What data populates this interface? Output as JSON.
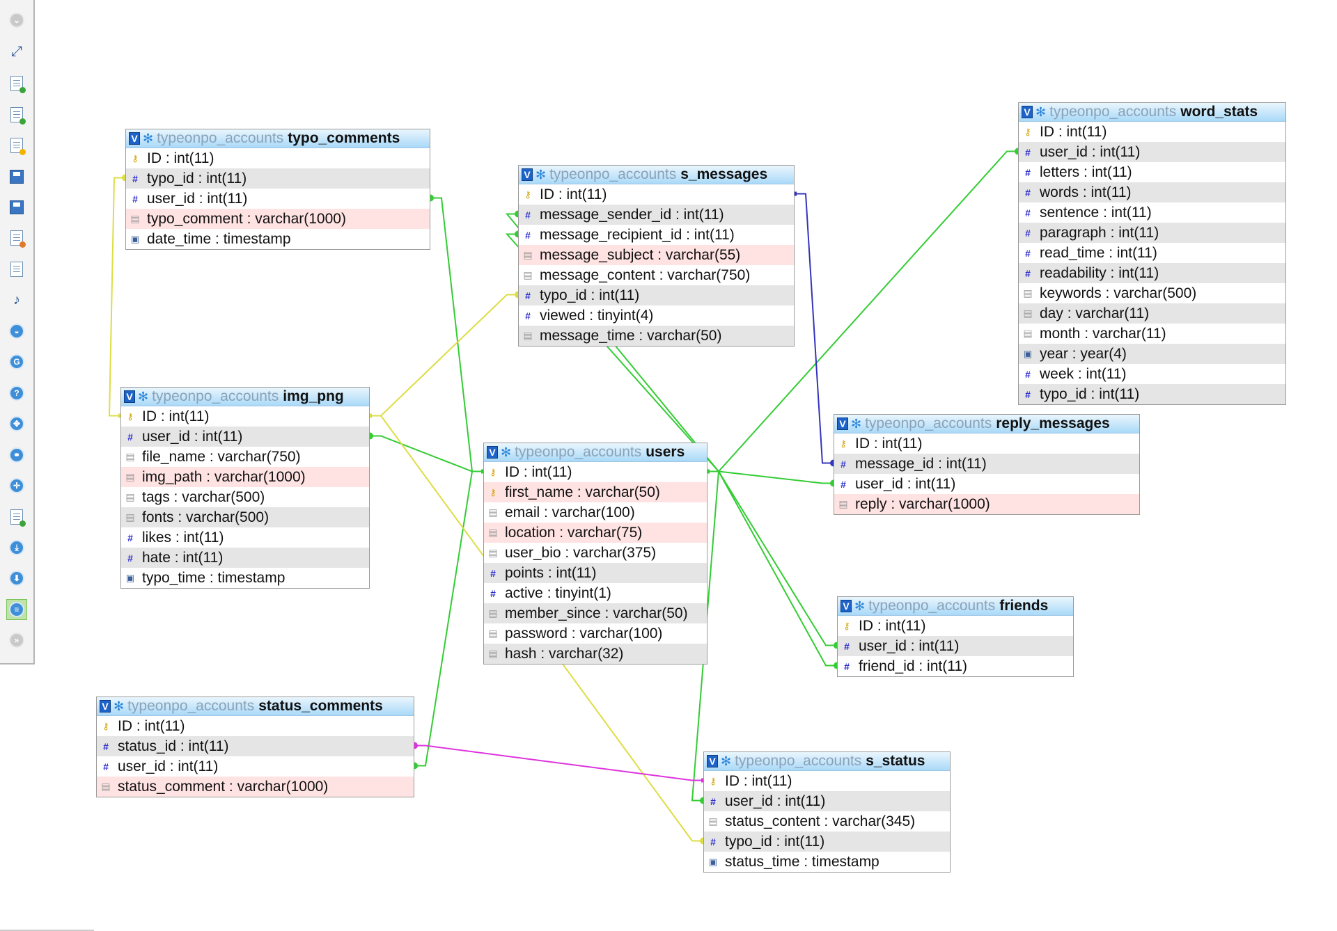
{
  "database": "typeonpo_accounts",
  "toolbar": {
    "buttons": [
      {
        "name": "toggle-menu-button",
        "icon": "chevron-down-circle-icon"
      },
      {
        "name": "fullscreen-button",
        "icon": "expand-icon"
      },
      {
        "name": "add-tables-button",
        "icon": "add-table-icon"
      },
      {
        "name": "new-page-button",
        "icon": "new-page-icon"
      },
      {
        "name": "edit-page-button",
        "icon": "edit-page-icon"
      },
      {
        "name": "save-button",
        "icon": "save-icon"
      },
      {
        "name": "save-as-button",
        "icon": "save-as-icon"
      },
      {
        "name": "delete-page-button",
        "icon": "delete-page-icon"
      },
      {
        "name": "toggle-table-list-button",
        "icon": "table-list-icon"
      },
      {
        "name": "toggle-relation-lines-button",
        "icon": "relation-lines-icon"
      },
      {
        "name": "toggle-small-big-button",
        "icon": "toggle-size-icon"
      },
      {
        "name": "angular-links-button",
        "icon": "angular-links-icon"
      },
      {
        "name": "help-button",
        "icon": "help-icon"
      },
      {
        "name": "snap-to-grid-button",
        "icon": "snap-to-grid-icon"
      },
      {
        "name": "create-relationship-button",
        "icon": "create-relationship-icon"
      },
      {
        "name": "choose-column-button",
        "icon": "choose-column-icon"
      },
      {
        "name": "import-export-button",
        "icon": "import-export-icon"
      },
      {
        "name": "move-menu-button",
        "icon": "move-menu-icon"
      },
      {
        "name": "pin-text-button",
        "icon": "pin-text-icon"
      },
      {
        "name": "build-query-button",
        "icon": "build-query-icon"
      },
      {
        "name": "collapse-menu-button",
        "icon": "collapse-icon"
      },
      {
        "name": "anchor-button",
        "icon": "anchor-icon"
      }
    ]
  },
  "tables": [
    {
      "id": "typo_comments",
      "name": "typo_comments",
      "columns": [
        {
          "text": "ID : int(11)",
          "type": "key"
        },
        {
          "text": "typo_id : int(11)",
          "type": "int"
        },
        {
          "text": "user_id : int(11)",
          "type": "int"
        },
        {
          "text": "typo_comment : varchar(1000)",
          "type": "text"
        },
        {
          "text": "date_time : timestamp",
          "type": "date"
        }
      ]
    },
    {
      "id": "img_png",
      "name": "img_png",
      "columns": [
        {
          "text": "ID : int(11)",
          "type": "key"
        },
        {
          "text": "user_id : int(11)",
          "type": "int"
        },
        {
          "text": "file_name : varchar(750)",
          "type": "text"
        },
        {
          "text": "img_path : varchar(1000)",
          "type": "text"
        },
        {
          "text": "tags : varchar(500)",
          "type": "text"
        },
        {
          "text": "fonts : varchar(500)",
          "type": "text"
        },
        {
          "text": "likes : int(11)",
          "type": "int"
        },
        {
          "text": "hate : int(11)",
          "type": "int"
        },
        {
          "text": "typo_time : timestamp",
          "type": "date"
        }
      ]
    },
    {
      "id": "status_comments",
      "name": "status_comments",
      "columns": [
        {
          "text": "ID : int(11)",
          "type": "key"
        },
        {
          "text": "status_id : int(11)",
          "type": "int"
        },
        {
          "text": "user_id : int(11)",
          "type": "int"
        },
        {
          "text": "status_comment : varchar(1000)",
          "type": "text"
        }
      ]
    },
    {
      "id": "s_messages",
      "name": "s_messages",
      "columns": [
        {
          "text": "ID : int(11)",
          "type": "key"
        },
        {
          "text": "message_sender_id : int(11)",
          "type": "int"
        },
        {
          "text": "message_recipient_id : int(11)",
          "type": "int"
        },
        {
          "text": "message_subject : varchar(55)",
          "type": "text"
        },
        {
          "text": "message_content : varchar(750)",
          "type": "text"
        },
        {
          "text": "typo_id : int(11)",
          "type": "int"
        },
        {
          "text": "viewed : tinyint(4)",
          "type": "int"
        },
        {
          "text": "message_time : varchar(50)",
          "type": "text"
        }
      ]
    },
    {
      "id": "users",
      "name": "users",
      "columns": [
        {
          "text": "ID : int(11)",
          "type": "key"
        },
        {
          "text": "first_name : varchar(50)",
          "type": "key"
        },
        {
          "text": "email : varchar(100)",
          "type": "text"
        },
        {
          "text": "location : varchar(75)",
          "type": "text"
        },
        {
          "text": "user_bio : varchar(375)",
          "type": "text"
        },
        {
          "text": "points : int(11)",
          "type": "int"
        },
        {
          "text": "active : tinyint(1)",
          "type": "int"
        },
        {
          "text": "member_since : varchar(50)",
          "type": "text"
        },
        {
          "text": "password : varchar(100)",
          "type": "text"
        },
        {
          "text": "hash : varchar(32)",
          "type": "text"
        }
      ]
    },
    {
      "id": "word_stats",
      "name": "word_stats",
      "columns": [
        {
          "text": "ID : int(11)",
          "type": "key"
        },
        {
          "text": "user_id : int(11)",
          "type": "int"
        },
        {
          "text": "letters : int(11)",
          "type": "int"
        },
        {
          "text": "words : int(11)",
          "type": "int"
        },
        {
          "text": "sentence : int(11)",
          "type": "int"
        },
        {
          "text": "paragraph : int(11)",
          "type": "int"
        },
        {
          "text": "read_time : int(11)",
          "type": "int"
        },
        {
          "text": "readability : int(11)",
          "type": "int"
        },
        {
          "text": "keywords : varchar(500)",
          "type": "text"
        },
        {
          "text": "day : varchar(11)",
          "type": "text"
        },
        {
          "text": "month : varchar(11)",
          "type": "text"
        },
        {
          "text": "year : year(4)",
          "type": "date"
        },
        {
          "text": "week : int(11)",
          "type": "int"
        },
        {
          "text": "typo_id : int(11)",
          "type": "int"
        }
      ]
    },
    {
      "id": "reply_messages",
      "name": "reply_messages",
      "columns": [
        {
          "text": "ID : int(11)",
          "type": "key"
        },
        {
          "text": "message_id : int(11)",
          "type": "int"
        },
        {
          "text": "user_id : int(11)",
          "type": "int"
        },
        {
          "text": "reply : varchar(1000)",
          "type": "text"
        }
      ]
    },
    {
      "id": "friends",
      "name": "friends",
      "columns": [
        {
          "text": "ID : int(11)",
          "type": "key"
        },
        {
          "text": "user_id : int(11)",
          "type": "int"
        },
        {
          "text": "friend_id : int(11)",
          "type": "int"
        }
      ]
    },
    {
      "id": "s_status",
      "name": "s_status",
      "columns": [
        {
          "text": "ID : int(11)",
          "type": "key"
        },
        {
          "text": "user_id : int(11)",
          "type": "int"
        },
        {
          "text": "status_content : varchar(345)",
          "type": "text"
        },
        {
          "text": "typo_id : int(11)",
          "type": "int"
        },
        {
          "text": "status_time : timestamp",
          "type": "date"
        }
      ]
    }
  ],
  "relations": [
    {
      "from": "users.ID",
      "to": "typo_comments.user_id",
      "color": "#33cc33"
    },
    {
      "from": "users.ID",
      "to": "img_png.user_id",
      "color": "#33cc33"
    },
    {
      "from": "users.ID",
      "to": "s_messages.message_sender_id",
      "color": "#33cc33"
    },
    {
      "from": "users.ID",
      "to": "s_messages.message_recipient_id",
      "color": "#33cc33"
    },
    {
      "from": "users.ID",
      "to": "status_comments.user_id",
      "color": "#33cc33"
    },
    {
      "from": "users.ID",
      "to": "word_stats.user_id",
      "color": "#33cc33"
    },
    {
      "from": "users.ID",
      "to": "reply_messages.user_id",
      "color": "#33cc33"
    },
    {
      "from": "users.ID",
      "to": "friends.user_id",
      "color": "#33cc33"
    },
    {
      "from": "users.ID",
      "to": "friends.friend_id",
      "color": "#33cc33"
    },
    {
      "from": "users.ID",
      "to": "s_status.user_id",
      "color": "#33cc33"
    },
    {
      "from": "img_png.ID",
      "to": "typo_comments.typo_id",
      "color": "#dddd44"
    },
    {
      "from": "img_png.ID",
      "to": "s_messages.typo_id",
      "color": "#dddd44"
    },
    {
      "from": "img_png.ID",
      "to": "s_status.typo_id",
      "color": "#dddd44"
    },
    {
      "from": "s_messages.ID",
      "to": "reply_messages.message_id",
      "color": "#3333bb"
    },
    {
      "from": "s_status.ID",
      "to": "status_comments.status_id",
      "color": "#dd33dd"
    }
  ]
}
